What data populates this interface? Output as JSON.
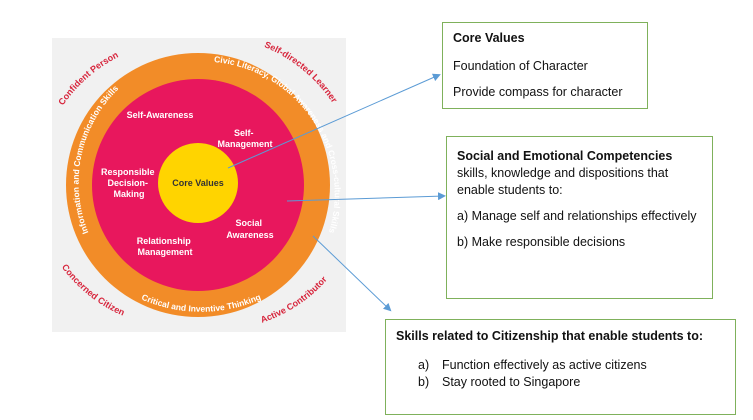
{
  "diagram": {
    "center": "Core Values",
    "competencies": [
      "Self-Awareness",
      "Self-Management",
      "Social Awareness",
      "Relationship Management",
      "Responsible Decision-Making"
    ],
    "outer_ring": {
      "top": "Civic Literacy, Global Awareness and Cross-cultural Skills",
      "left": "Information and Communication Skills",
      "bottom": "Critical and Inventive Thinking"
    },
    "corners": {
      "top_left": "Confident Person",
      "top_right": "Self-directed Learner",
      "bottom_left": "Concerned Citizen",
      "bottom_right": "Active Contributor"
    }
  },
  "callouts": {
    "core_values": {
      "title": "Core Values",
      "lines": [
        "Foundation of Character",
        "Provide compass for character"
      ]
    },
    "competencies": {
      "title": "Social and Emotional Competencies",
      "intro": "skills, knowledge and dispositions that enable students to:",
      "items": [
        "a) Manage self and relationships effectively",
        "b) Make responsible decisions"
      ]
    },
    "citizenship": {
      "title": "Skills related to Citizenship that enable students to:",
      "items": [
        {
          "marker": "a)",
          "text": "Function effectively as active citizens"
        },
        {
          "marker": "b)",
          "text": "Stay rooted to Singapore"
        }
      ]
    }
  },
  "colors": {
    "outer_ring": "#f28c28",
    "middle_ring": "#e8175d",
    "core": "#ffd400",
    "corner_text": "#d7263d",
    "panel_bg": "#f1f1f1",
    "box_border": "#7fb15b",
    "arrow": "#5b9bd5"
  }
}
